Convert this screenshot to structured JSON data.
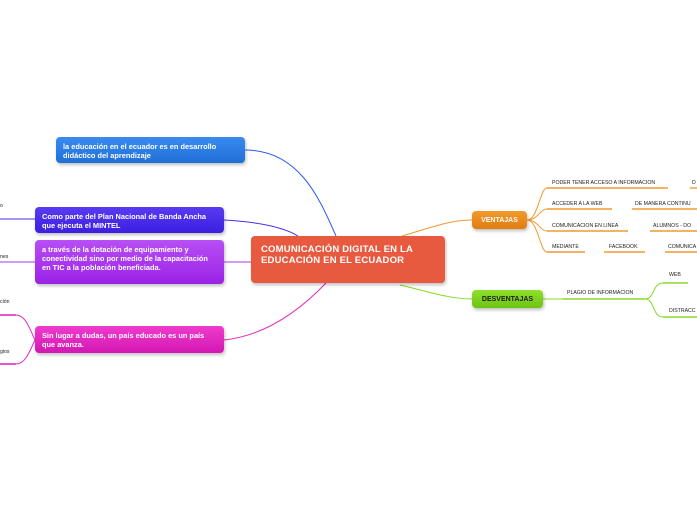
{
  "central": {
    "label": "COMUNICACIÓN DIGITAL EN LA EDUCACIÓN EN EL ECUADOR"
  },
  "left_topics": [
    {
      "label": "la educación en el ecuador es en desarrollo didáctico del aprendizaje",
      "color": "#2a7de6"
    },
    {
      "label": "Como parte del Plan Nacional de Banda Ancha que ejecuta el MINTEL",
      "color": "#4a2ee8"
    },
    {
      "label": "a través de la dotación de equipamiento y conectividad sino por medio de la capacitación en TIC a la población beneficiada.",
      "color": "#a838ec"
    },
    {
      "label": "Sin lugar a dudas, un país educado es un país que avanza.",
      "color": "#e02abf"
    }
  ],
  "left_edge_fragments": [
    "o",
    "nes",
    "ción",
    "gios"
  ],
  "ventajas": {
    "label": "VENTAJAS",
    "color": "#e88a1c",
    "items": [
      {
        "label": "PODER TENER ACCESO A INFORMACION",
        "child": "D"
      },
      {
        "label": "ACCEDER A LA WEB",
        "child": "DE MANERA CONTINU"
      },
      {
        "label": "COMUNICACION EN LINEA",
        "child": "ALUMNOS - DO"
      },
      {
        "label": "MEDIANTE",
        "child": "FACEBOOK",
        "grandchild": "COMUNICA"
      }
    ]
  },
  "desventajas": {
    "label": "DESVENTAJAS",
    "color": "#7ad01e",
    "items": [
      {
        "label": "PLAGIO DE INFORMACION"
      }
    ],
    "children": [
      "WEB",
      "DISTRACC"
    ]
  }
}
